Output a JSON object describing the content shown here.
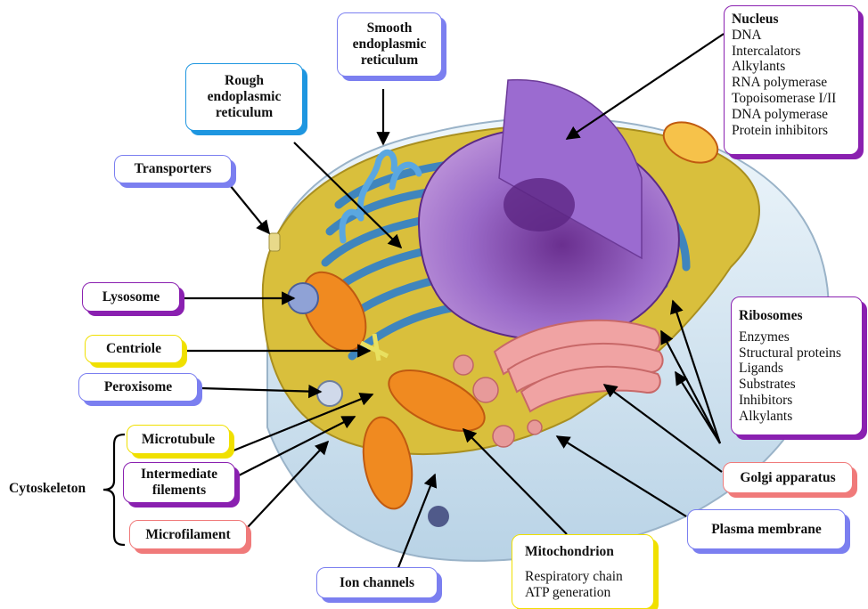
{
  "labels": {
    "smooth_er": "Smooth endoplasmic reticulum",
    "rough_er": "Rough endoplasmic reticulum",
    "transporters": "Transporters",
    "lysosome": "Lysosome",
    "centriole": "Centriole",
    "peroxisome": "Peroxisome",
    "microtubule": "Microtubule",
    "intermediate": "Intermediate filements",
    "microfilament": "Microfilament",
    "cytoskeleton": "Cytoskeleton",
    "ion_channels": "Ion channels",
    "golgi": "Golgi apparatus",
    "plasma_membrane": "Plasma membrane"
  },
  "nucleus": {
    "title": "Nucleus",
    "items": [
      "DNA",
      "Intercalators",
      "Alkylants",
      "RNA polymerase",
      "Topoisomerase I/II",
      "DNA polymerase",
      "Protein inhibitors"
    ]
  },
  "ribosomes": {
    "title": "Ribosomes",
    "items": [
      "Enzymes",
      "Structural proteins",
      "Ligands",
      "Substrates",
      "Inhibitors",
      "Alkylants"
    ]
  },
  "mitochondrion": {
    "title": "Mitochondrion",
    "items": [
      "Respiratory chain",
      "ATP generation"
    ]
  },
  "colors": {
    "blue": "#7b7ff0",
    "sky": "#1e96e0",
    "purple": "#8a20b0",
    "yellow": "#f0e000",
    "salmon": "#f07a7a",
    "er": "#3c8fd6",
    "nucleus": "#8a4fb8",
    "cytoplasm": "#d9bf3c"
  }
}
